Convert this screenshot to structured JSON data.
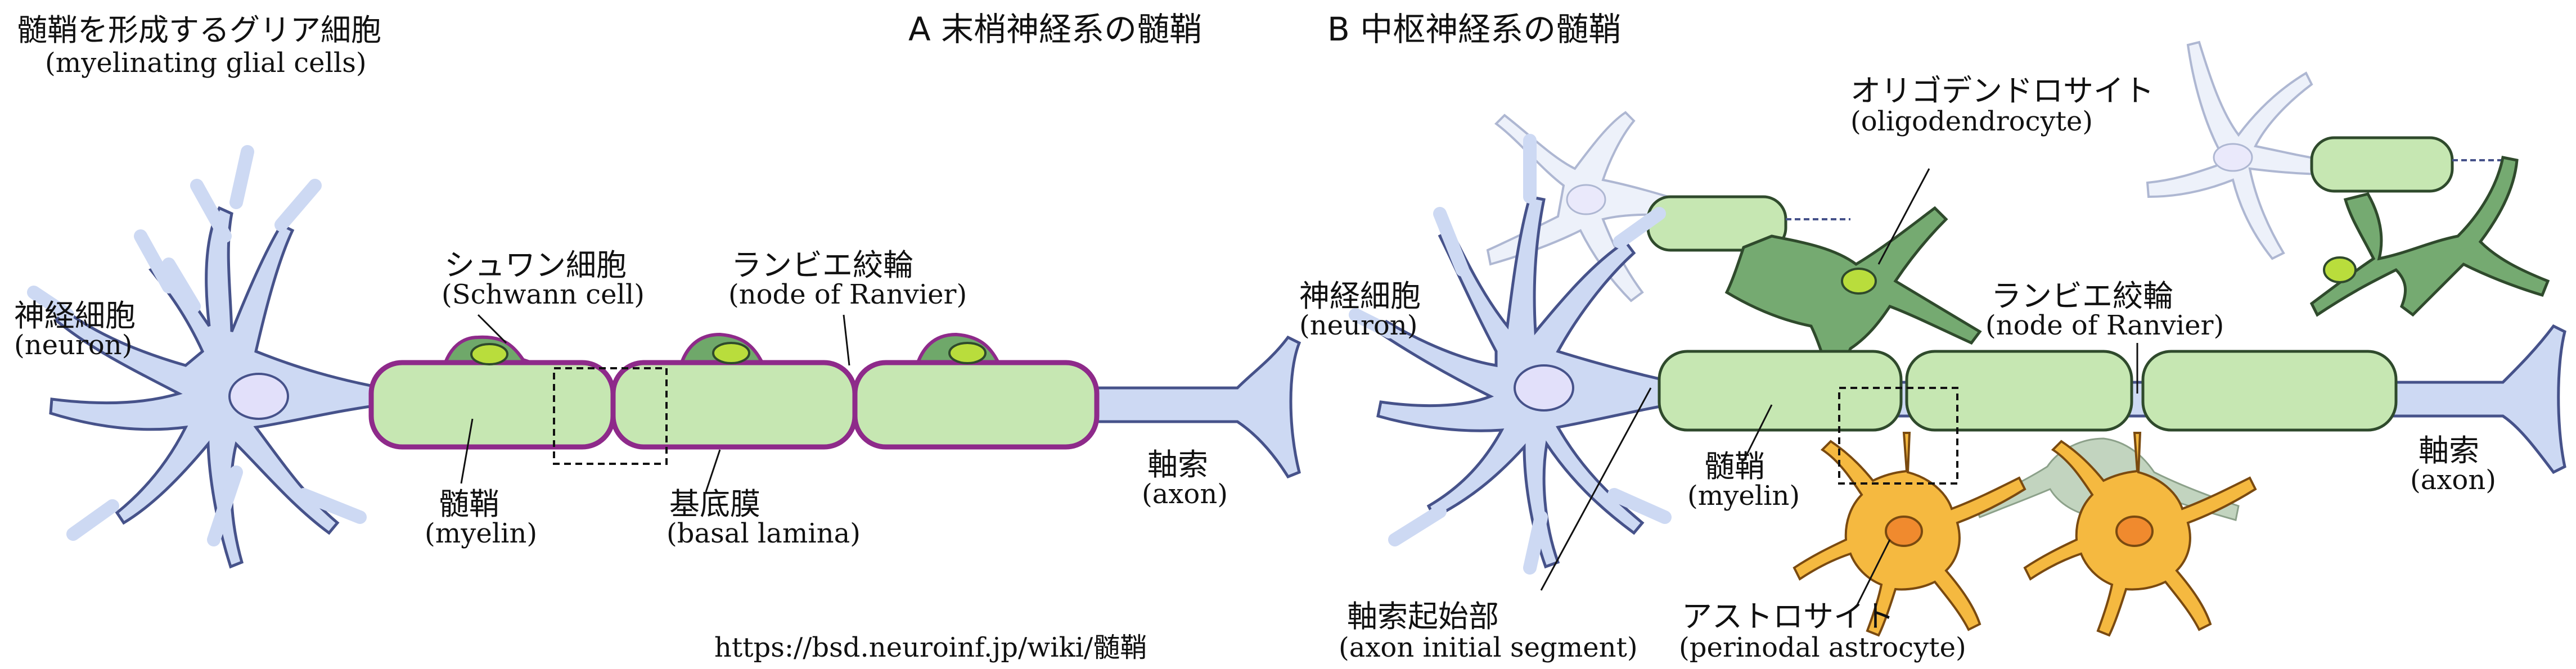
{
  "colors": {
    "neuron_fill": "#cdd9f3",
    "neuron_stroke": "#46528a",
    "nucleus_fill": "#e2e0fa",
    "myelin_fill": "#c6e7b2",
    "basal_lamina": "#8e2a8a",
    "schwann_cell": "#6fa86a",
    "schwann_nucleus": "#b9dd3c",
    "oligo_fill": "#75aa71",
    "astro_fill": "#f5b940",
    "astro_nucleus": "#f08a2e",
    "faded_neuron_fill": "#e6ecf8",
    "faded_oligo_fill": "#a9c2a4"
  },
  "title": {
    "main": "髄鞘を形成するグリア細胞",
    "sub": "(myelinating glial cells)"
  },
  "panel_a": {
    "heading": "A  末梢神経系の髄鞘",
    "neuron": {
      "jp": "神経細胞",
      "en": "(neuron)"
    },
    "schwann": {
      "jp": "シュワン細胞",
      "en": "(Schwann cell)"
    },
    "node": {
      "jp": "ランビエ絞輪",
      "en": "(node of Ranvier)"
    },
    "myelin": {
      "jp": "髄鞘",
      "en": "(myelin)"
    },
    "basal": {
      "jp": "基底膜",
      "en": "(basal lamina)"
    },
    "axon": {
      "jp": "軸索",
      "en": "(axon)"
    }
  },
  "panel_b": {
    "heading": "B  中枢神経系の髄鞘",
    "neuron": {
      "jp": "神経細胞",
      "en": "(neuron)"
    },
    "oligo": {
      "jp": "オリゴデンドロサイト",
      "en": "(oligodendrocyte)"
    },
    "node": {
      "jp": "ランビエ絞輪",
      "en": "(node of Ranvier)"
    },
    "myelin": {
      "jp": "髄鞘",
      "en": "(myelin)"
    },
    "axon": {
      "jp": "軸索",
      "en": "(axon)"
    },
    "ais": {
      "jp": "軸索起始部",
      "en": "(axon initial segment)"
    },
    "astro": {
      "jp": "アストロサイト",
      "en": "(perinodal astrocyte)"
    }
  },
  "source_url": "https://bsd.neuroinf.jp/wiki/髄鞘"
}
